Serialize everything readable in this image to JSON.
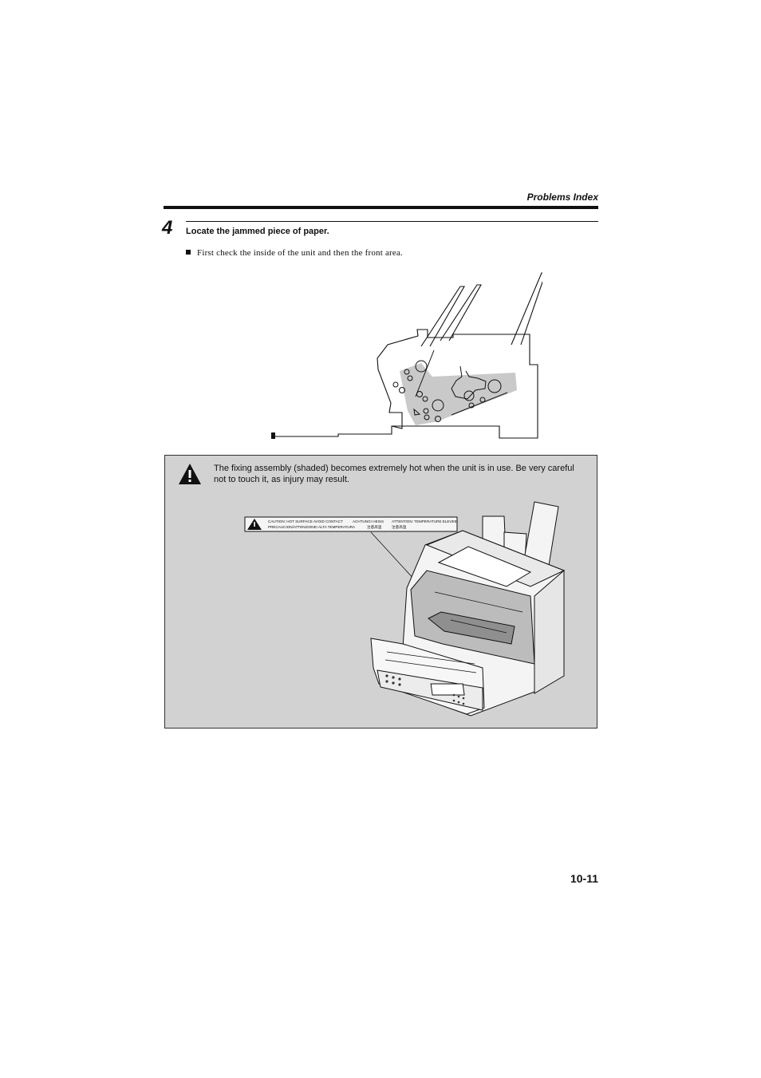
{
  "header": {
    "section_title": "Problems Index"
  },
  "step": {
    "number": "4",
    "title": "Locate the jammed piece of paper.",
    "bullet": "First check the inside of the unit and then the front area."
  },
  "warning": {
    "text": "The fixing assembly (shaded) becomes extremely hot when the unit is in use. Be very careful not to touch it, as injury may result.",
    "label_line1_a": "CAUTION: HOT SURFACE AVOID CONTACT",
    "label_line1_b": "ACHTUNG! HEISS",
    "label_line1_c": "ATTENTION: TEMPERATURE ELEVEE",
    "label_line2_a": "PRECAUCION/ATTENZIONE! ALTA TEMPERATURA",
    "label_line2_b": "注意高温",
    "label_line2_c": "注意高温"
  },
  "footer": {
    "page_number": "10-11"
  }
}
